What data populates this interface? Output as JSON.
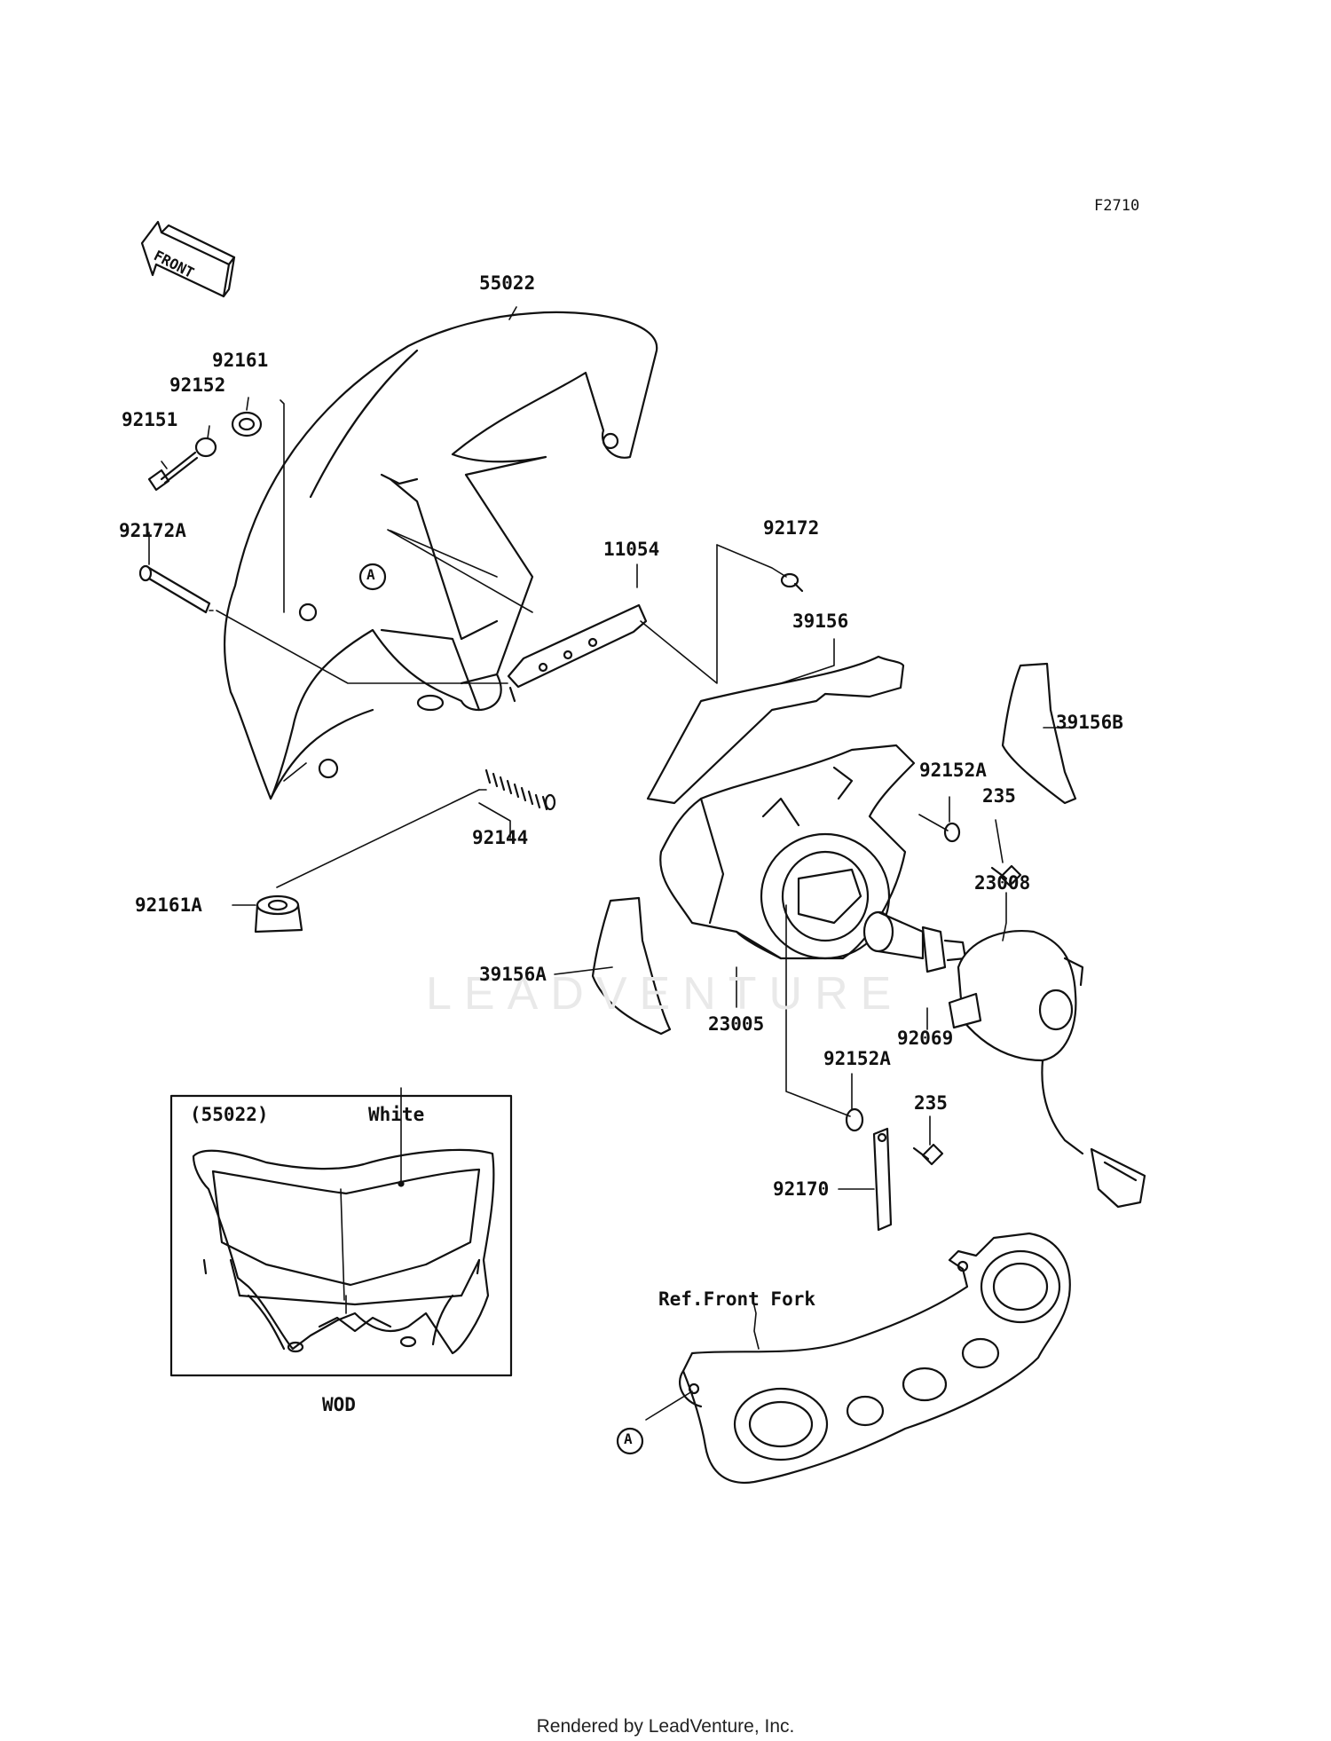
{
  "figure_code": "F2710",
  "front_arrow_label": "FRONT",
  "parts": [
    {
      "id": "p55022",
      "label": "55022"
    },
    {
      "id": "p92161",
      "label": "92161"
    },
    {
      "id": "p92152",
      "label": "92152"
    },
    {
      "id": "p92151",
      "label": "92151"
    },
    {
      "id": "p92172A",
      "label": "92172A"
    },
    {
      "id": "p11054",
      "label": "11054"
    },
    {
      "id": "p92172",
      "label": "92172"
    },
    {
      "id": "p39156",
      "label": "39156"
    },
    {
      "id": "p39156B",
      "label": "39156B"
    },
    {
      "id": "p92152A_top",
      "label": "92152A"
    },
    {
      "id": "p235_top",
      "label": "235"
    },
    {
      "id": "p23008",
      "label": "23008"
    },
    {
      "id": "p92144",
      "label": "92144"
    },
    {
      "id": "p92161A",
      "label": "92161A"
    },
    {
      "id": "p39156A",
      "label": "39156A"
    },
    {
      "id": "p23005",
      "label": "23005"
    },
    {
      "id": "p92069",
      "label": "92069"
    },
    {
      "id": "p92152A_bot",
      "label": "92152A"
    },
    {
      "id": "p235_bot",
      "label": "235"
    },
    {
      "id": "p92170",
      "label": "92170"
    }
  ],
  "ref_marker": "A",
  "ref_front_fork": "Ref.Front Fork",
  "inset": {
    "part_ref": "(55022)",
    "color_note": "White",
    "variant": "WOD"
  },
  "watermark": "LEADVENTURE",
  "footer": "Rendered by LeadVenture, Inc."
}
